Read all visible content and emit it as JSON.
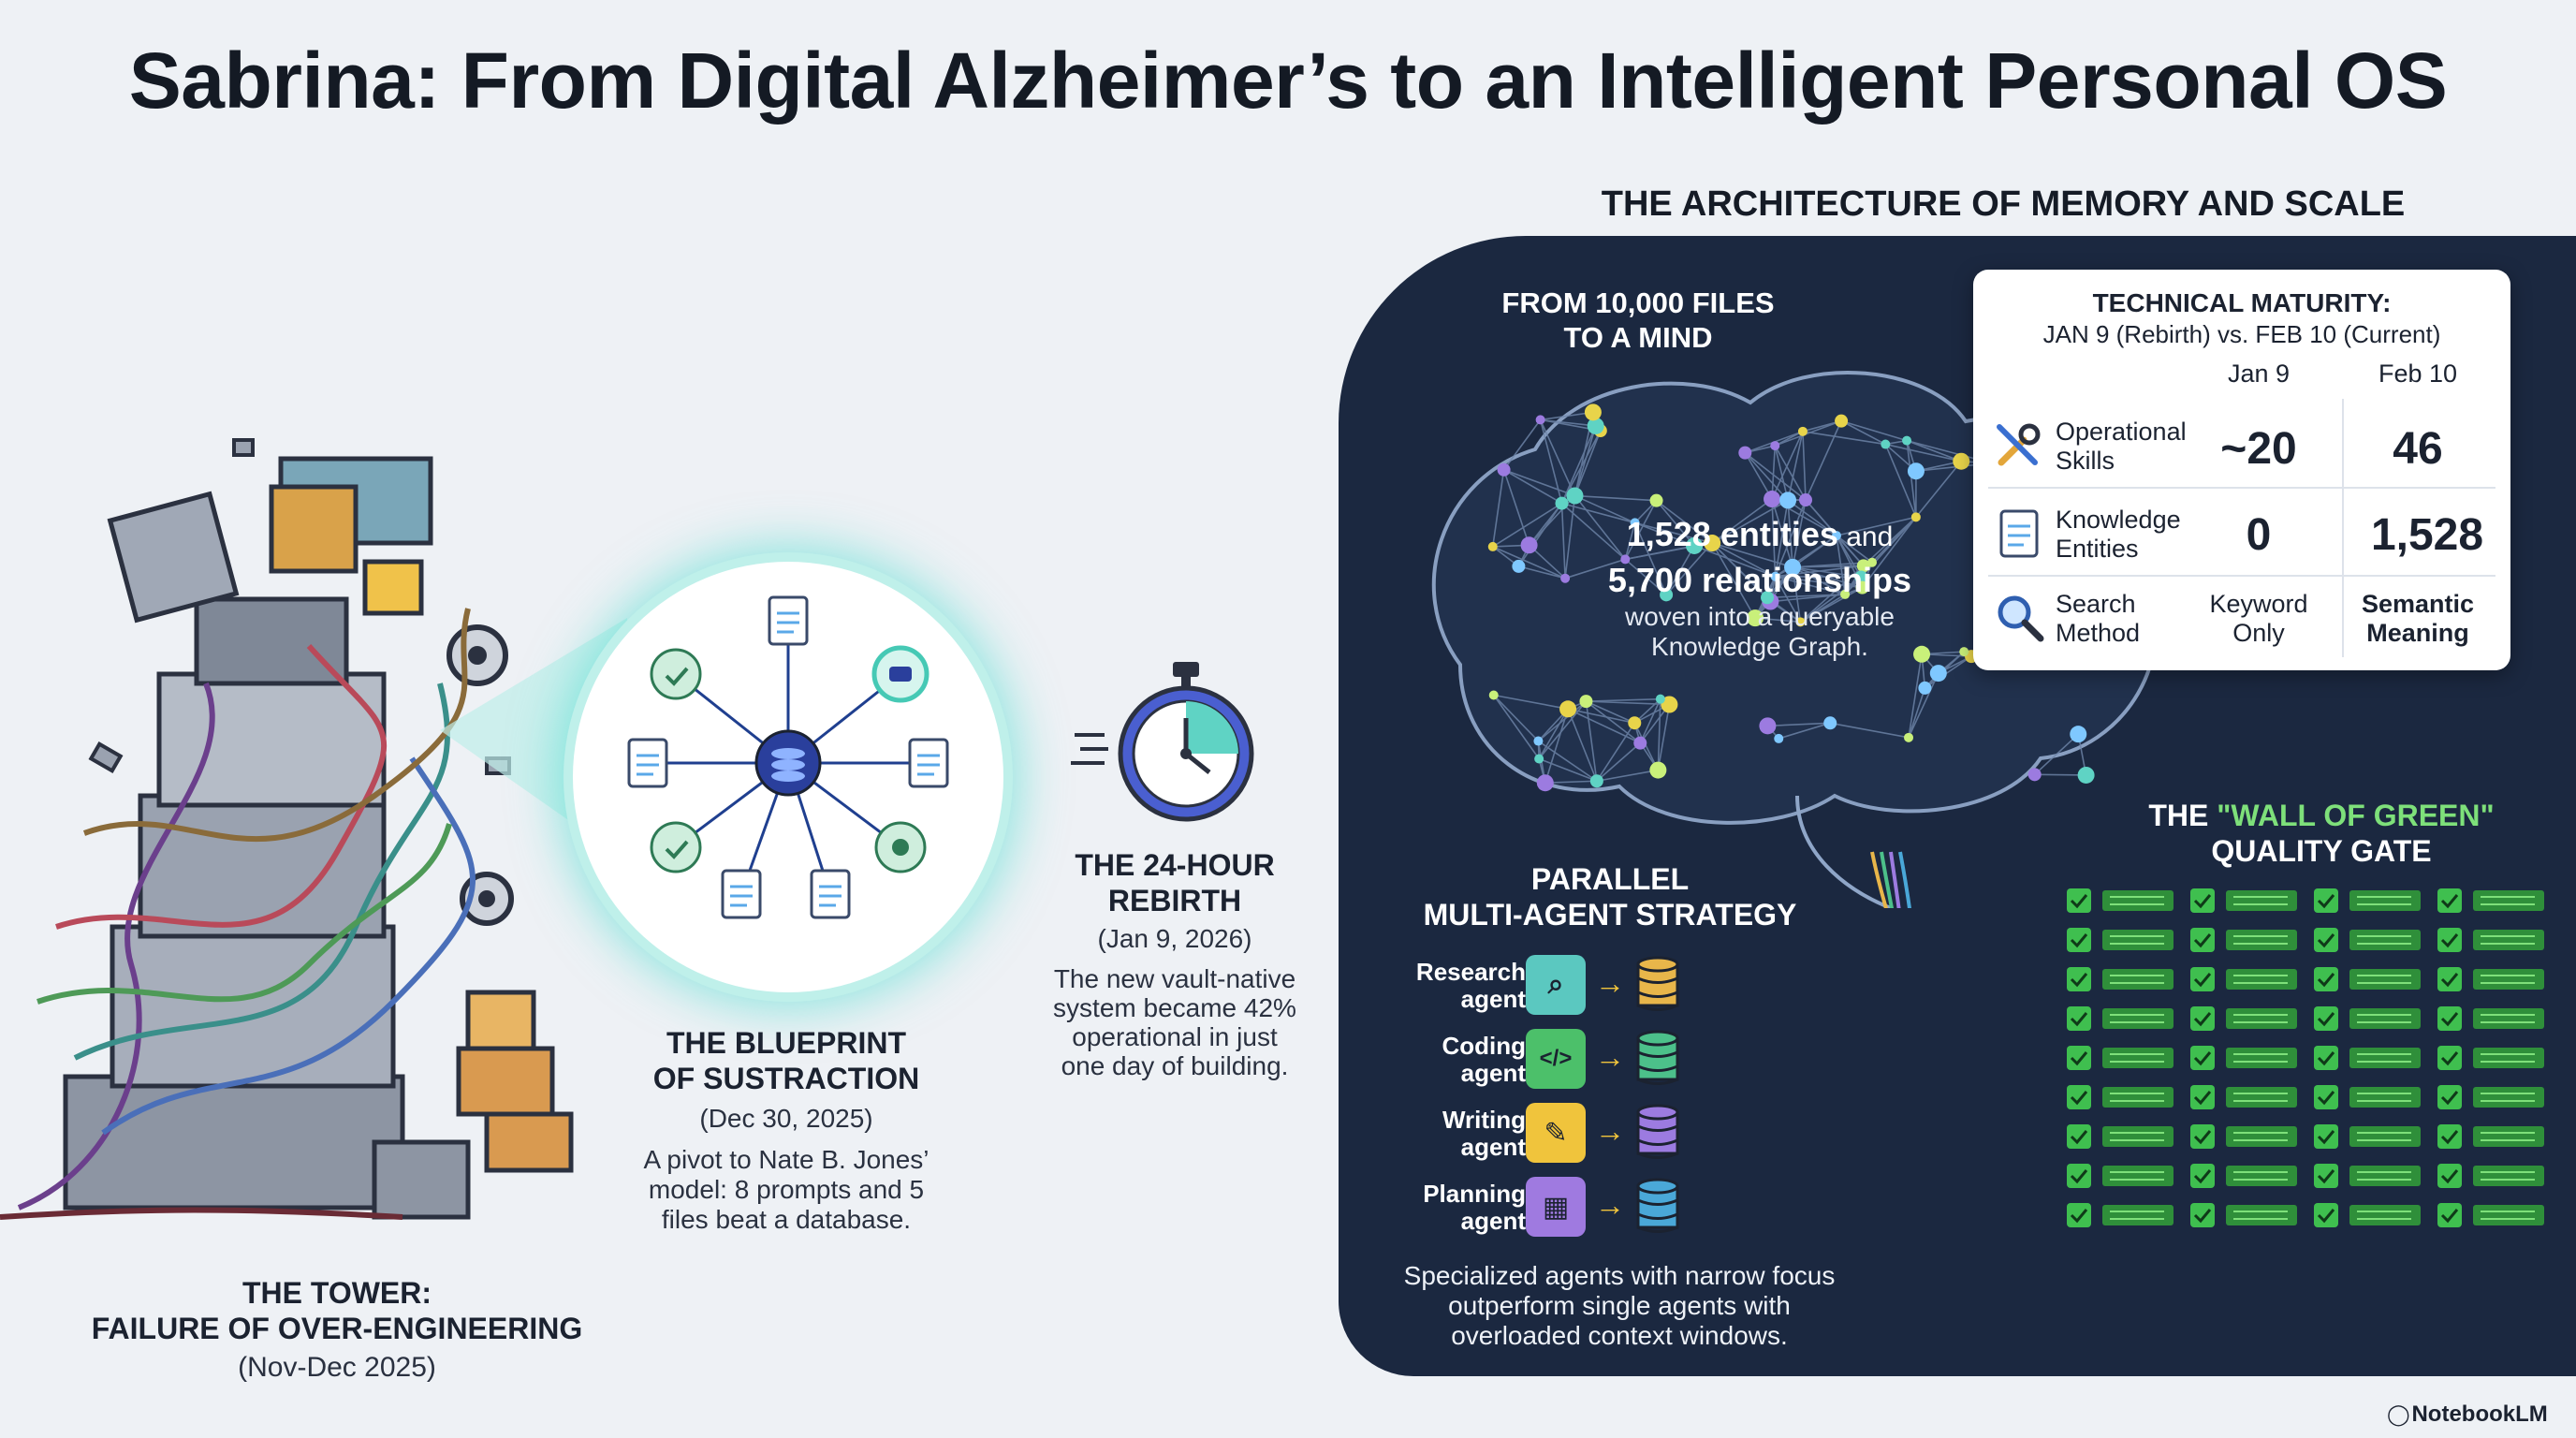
{
  "title": "Sabrina: From Digital Alzheimer’s to an Intelligent Personal OS",
  "tower": {
    "heading_line1": "THE TOWER:",
    "heading_line2": "FAILURE OF OVER-ENGINEERING",
    "dates": "(Nov-Dec 2025)"
  },
  "blueprint": {
    "heading_line1": "THE BLUEPRINT",
    "heading_line2": "OF SUSTRACTION",
    "dates": "(Dec 30, 2025)",
    "desc_line1": "A pivot to Nate B. Jones’",
    "desc_line2": "model: 8 prompts and 5",
    "desc_line3": "files beat a database."
  },
  "rebirth": {
    "heading_line1": "THE 24-HOUR",
    "heading_line2": "REBIRTH",
    "dates": "(Jan 9, 2026)",
    "desc_line1": "The new vault-native",
    "desc_line2": "system became 42%",
    "desc_line3": "operational in just",
    "desc_line4": "one day of building."
  },
  "architecture": {
    "title": "THE ARCHITECTURE OF MEMORY AND SCALE",
    "files_line1": "FROM 10,000 FILES",
    "files_line2": "TO A MIND",
    "graph_entities": "1,528 entities",
    "graph_and": " and",
    "graph_relationships": "5,700 relationships",
    "graph_desc_line1": "woven into a queryable",
    "graph_desc_line2": "Knowledge Graph."
  },
  "maturity": {
    "title": "TECHNICAL MATURITY:",
    "subtitle": "JAN 9 (Rebirth) vs. FEB 10 (Current)",
    "col1": "Jan 9",
    "col2": "Feb 10",
    "rows": [
      {
        "label_line1": "Operational",
        "label_line2": "Skills",
        "jan": "~20",
        "feb": "46",
        "icon": "wrench-screwdriver-icon"
      },
      {
        "label_line1": "Knowledge",
        "label_line2": "Entities",
        "jan": "0",
        "feb": "1,528",
        "icon": "document-icon"
      },
      {
        "label_line1": "Search",
        "label_line2": "Method",
        "jan_line1": "Keyword",
        "jan_line2": "Only",
        "feb_line1": "Semantic",
        "feb_line2": "Meaning",
        "icon": "magnifier-icon"
      }
    ]
  },
  "agents": {
    "title_line1": "PARALLEL",
    "title_line2": "MULTI-AGENT STRATEGY",
    "items": [
      {
        "line1": "Research",
        "line2": "agent",
        "icon": "magnifier-icon",
        "color": "#5bc8c0",
        "db": "#e8b64a"
      },
      {
        "line1": "Coding",
        "line2": "agent",
        "icon": "code-icon",
        "color": "#4cc06a",
        "db": "#4cc08a"
      },
      {
        "line1": "Writing",
        "line2": "agent",
        "icon": "pencil-icon",
        "color": "#f0c43c",
        "db": "#9c7be0"
      },
      {
        "line1": "Planning",
        "line2": "agent",
        "icon": "calendar-icon",
        "color": "#9f7ae0",
        "db": "#4aa8d8"
      }
    ],
    "footer_line1": "Specialized agents with narrow focus",
    "footer_line2": "outperform single agents with",
    "footer_line3": "overloaded context windows."
  },
  "wall": {
    "title_prefix": "THE ",
    "title_highlight": "\"WALL OF GREEN\"",
    "title_line2": "QUALITY GATE"
  },
  "brand": "NotebookLM",
  "colors": {
    "panel": "#1b2840",
    "teal": "#46dccd",
    "green": "#3fbf4f"
  }
}
